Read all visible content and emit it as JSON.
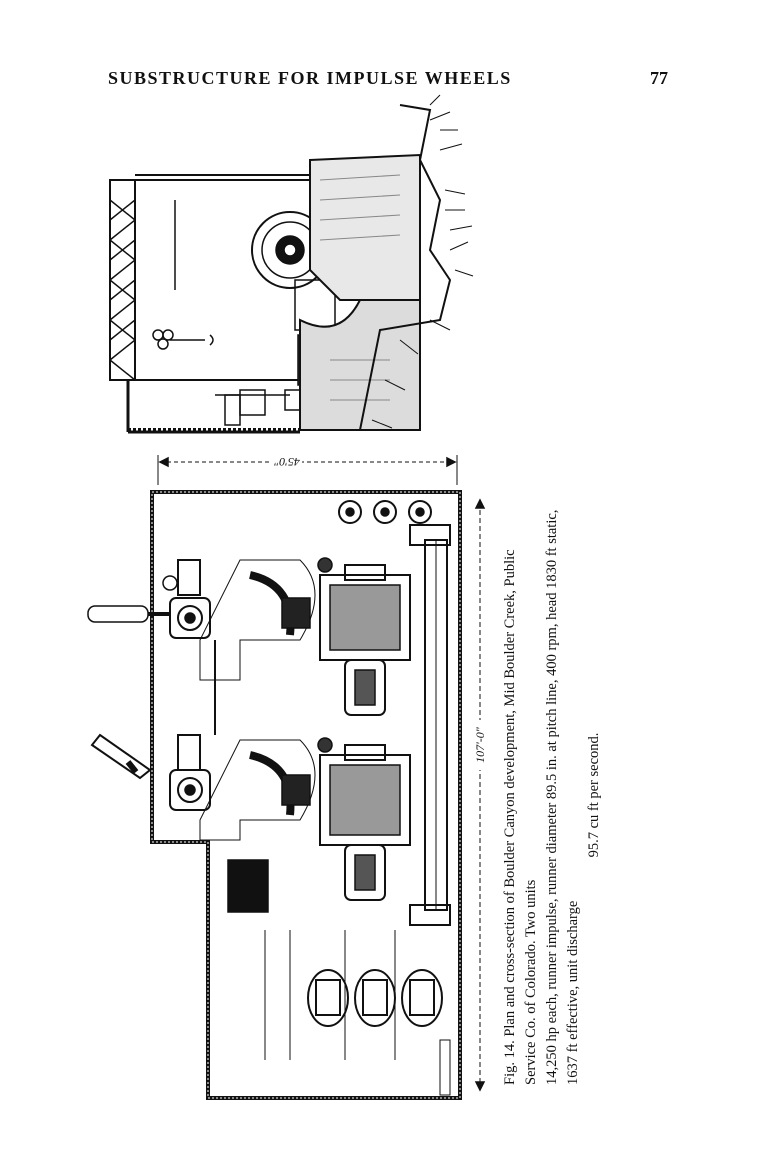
{
  "header": {
    "running_title": "SUBSTRUCTURE FOR IMPULSE WHEELS",
    "page_number": "77"
  },
  "figure": {
    "dimension_length": "107'-0\"",
    "dimension_width": "45'0\"",
    "caption": {
      "line1": "Fig. 14. Plan and cross-section of Boulder Canyon development, Mid Boulder Creek, Public Service Co. of Colorado. Two units",
      "line2": "14,250 hp each, runner impulse, runner diameter 89.5 in. at pitch line, 400 rpm, head 1830 ft static, 1637 ft effective, unit discharge",
      "line3": "95.7 cu ft per second."
    }
  }
}
